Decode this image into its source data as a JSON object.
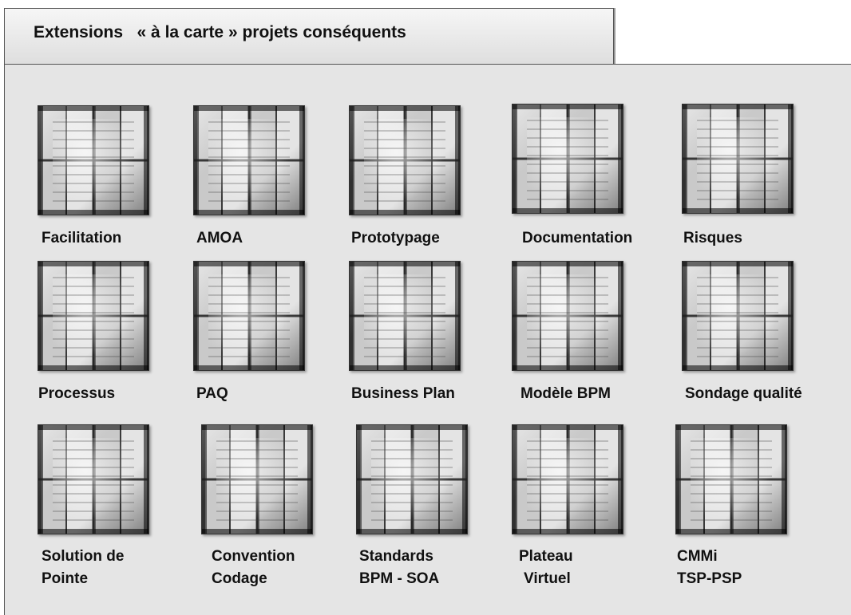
{
  "header": {
    "title": "Extensions   « à la carte » projets conséquents"
  },
  "tiles": [
    {
      "icon": "facilitation-image",
      "line1": "Facilitation",
      "line2": ""
    },
    {
      "icon": "amoa-image",
      "line1": "AMOA",
      "line2": ""
    },
    {
      "icon": "prototypage-image",
      "line1": "Prototypage",
      "line2": ""
    },
    {
      "icon": "documentation-image",
      "line1": "Documentation",
      "line2": ""
    },
    {
      "icon": "risques-image",
      "line1": "Risques",
      "line2": ""
    },
    {
      "icon": "processus-image",
      "line1": "Processus",
      "line2": ""
    },
    {
      "icon": "paq-image",
      "line1": "PAQ",
      "line2": ""
    },
    {
      "icon": "business-plan-image",
      "line1": "Business Plan",
      "line2": ""
    },
    {
      "icon": "modele-bpm-image",
      "line1": "Modèle BPM",
      "line2": ""
    },
    {
      "icon": "sondage-qualite-image",
      "line1": "Sondage qualité",
      "line2": ""
    },
    {
      "icon": "solution-de-pointe-image",
      "line1": "Solution de",
      "line2": "Pointe"
    },
    {
      "icon": "convention-codage-image",
      "line1": "Convention",
      "line2": "Codage"
    },
    {
      "icon": "standards-bpm-soa-image",
      "line1": "Standards",
      "line2": "BPM - SOA"
    },
    {
      "icon": "plateau-virtuel-image",
      "line1": "Plateau",
      "line2": "Virtuel"
    },
    {
      "icon": "cmmi-tsp-psp-image",
      "line1": "CMMi",
      "line2": "TSP-PSP"
    }
  ]
}
